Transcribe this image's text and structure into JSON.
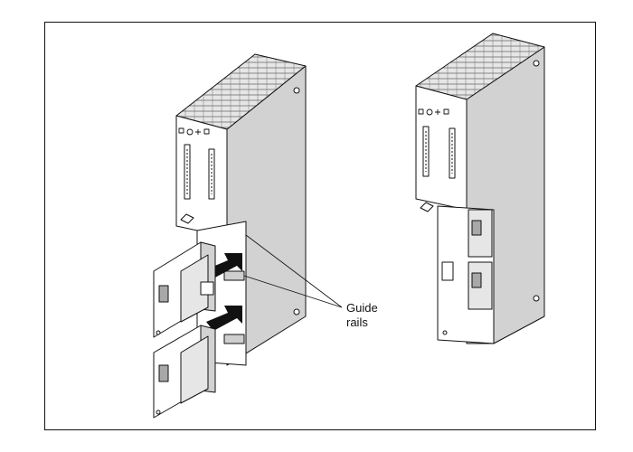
{
  "callout": {
    "label_line1": "Guide",
    "label_line2": "rails"
  },
  "colors": {
    "line": "#111111",
    "face_light": "#ffffff",
    "face_side": "#d2d2d2",
    "face_top": "#e6e6e6",
    "face_dark": "#a8a8a8",
    "arrow": "#111111",
    "border": "#111111"
  },
  "icons": {
    "insert_arrow": "arrow-right-up",
    "front_symbols": "led-screw-plus-led"
  }
}
